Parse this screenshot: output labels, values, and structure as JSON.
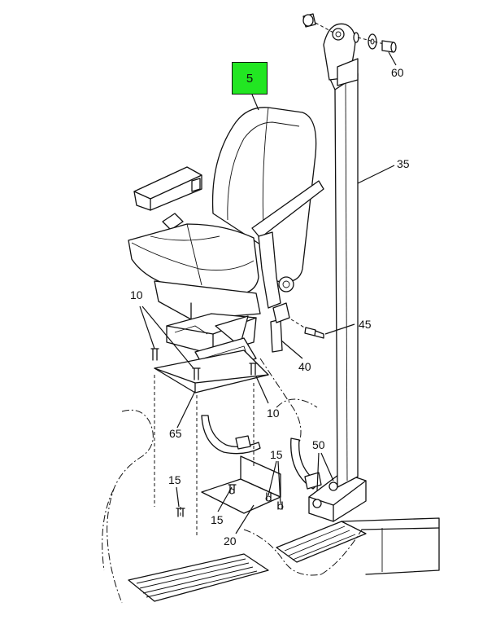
{
  "highlight_color": "#22e622",
  "callouts": {
    "seat": "5",
    "bolt_top": "60",
    "belt": "35",
    "bolt_side": "45",
    "buckle": "40",
    "bolts_front": "10",
    "bolt_rear": "10",
    "base_plate": "65",
    "anchor_bolts": "50",
    "nuts_upper": "15",
    "nut_left": "15",
    "nut_lower": "15",
    "bracket": "20"
  }
}
